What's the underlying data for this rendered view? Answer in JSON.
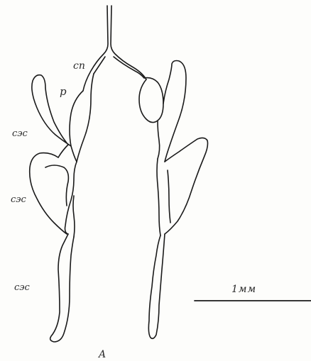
{
  "labels": {
    "duct": "сп",
    "reservoir": "р",
    "gland_1": "сэс",
    "gland_2": "сэс",
    "gland_3": "сэс",
    "panel": "A",
    "scale_bar": "1мм"
  },
  "colors": {
    "line": "#1a1a1a",
    "background": "#fdfdfb"
  }
}
